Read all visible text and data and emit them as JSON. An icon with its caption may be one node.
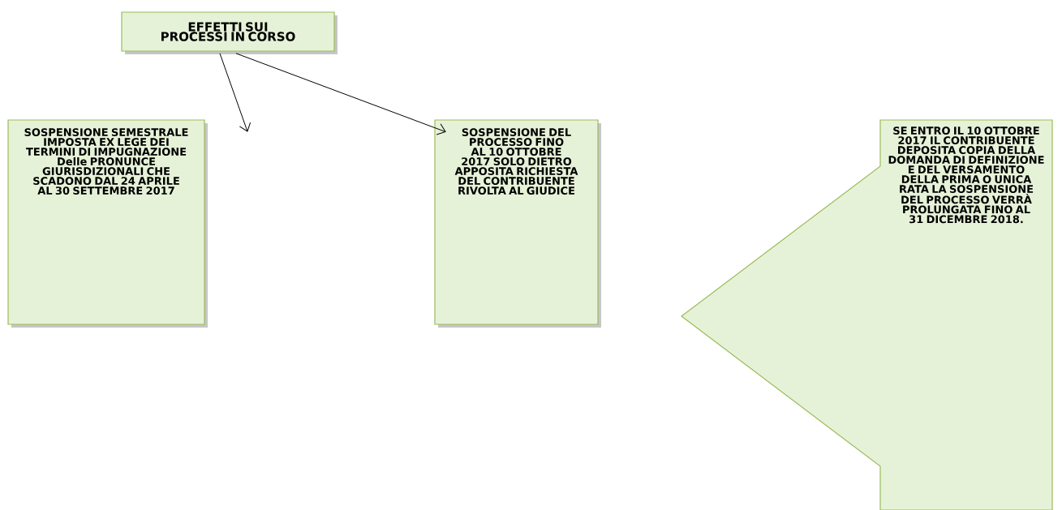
{
  "diagram": {
    "nodes": [
      {
        "text": [
          "EFFETTI SUI PROCESSI IN CORSO"
        ]
      },
      {
        "text": [
          "SOSPENSIONE SEMESTRALE IMPOSTA EX LEGE DEI TERMINI DI IMPUGNAZIONE Delle PRONUNCE GIURISDIZIONALI CHE SCADONO DAL 24 APRILE AL 30 SETTEMBRE 2017"
        ]
      },
      {
        "text": [
          "SOSPENSIONE DEL PROCESSO FINO AL 10 OTTOBRE 2017 SOLO DIETRO APPOSITA RICHIESTA DEL CONTRIBUENTE RIVOLTA AL GIUDICE"
        ]
      },
      {
        "text": [
          "SE ENTRO IL 10 OTTOBRE 2017 IL CONTRIBUENTE DEPOSITA COPIA DELLA DOMANDA DI DEFINIZIONE E DEL VERSAMENTO DELLA PRIMA O UNICA RATA LA SOSPENSIONE DEL PROCESSO VERRÀ PROLUNGATA FINO AL 31 DICEMBRE 2018."
        ]
      }
    ],
    "edges": [
      {
        "from": 0,
        "to": 1,
        "arrow": "to"
      },
      {
        "from": 0,
        "to": 2,
        "arrow": "to"
      }
    ]
  }
}
